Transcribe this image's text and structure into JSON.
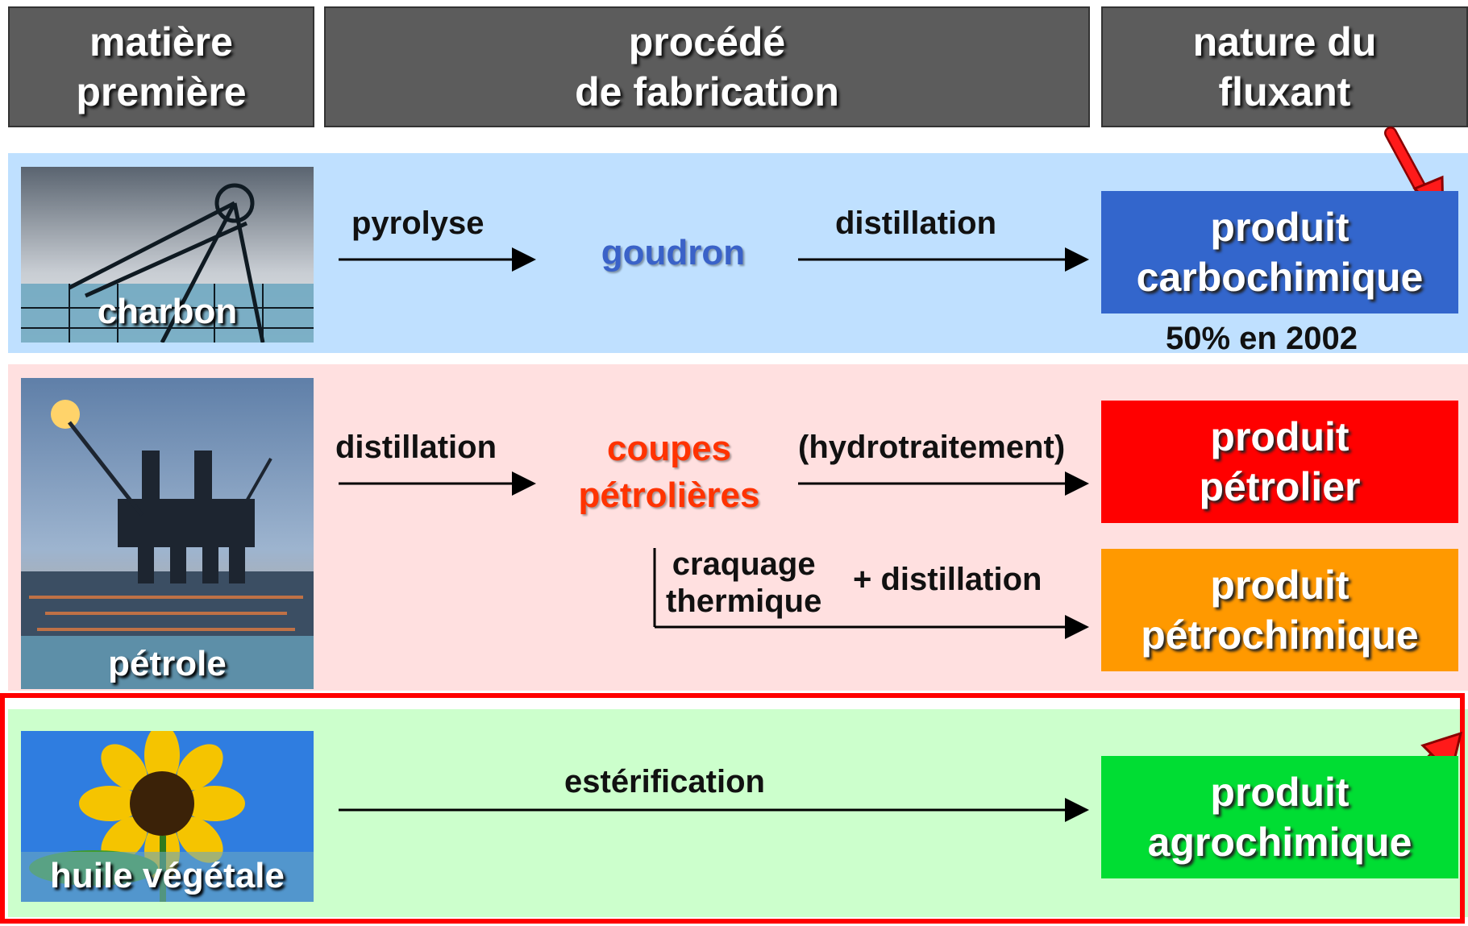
{
  "headers": {
    "raw_material": "matière\npremière",
    "process": "procédé\nde fabrication",
    "flux_nature": "nature du\nfluxant"
  },
  "rows": {
    "coal": {
      "material": "charbon",
      "step1": "pyrolyse",
      "intermediate": "goudron",
      "step2": "distillation",
      "product": "produit\ncarbochimique",
      "note": "50% en 2002"
    },
    "oil": {
      "material": "pétrole",
      "step1": "distillation",
      "intermediate": "coupes\npétrolières",
      "step2": "(hydrotraitement)",
      "product": "produit\npétrolier",
      "step3a": "craquage\nthermique",
      "step3b": "+ distillation",
      "product2": "produit\npétrochimique"
    },
    "vegetable": {
      "material": "huile végétale",
      "step1": "estérification",
      "product": "produit\nagrochimique"
    }
  },
  "colors": {
    "header_bg": "#5c5c5c",
    "coal_band": "#bfe0ff",
    "oil_band": "#ffe0e0",
    "veg_band": "#ccffcc",
    "coal_product": "#3366cc",
    "oil_product": "#ff0000",
    "petrochem_product": "#ff9900",
    "agro_product": "#00dd33",
    "highlight": "#ff0000",
    "intermediate_coal": "#3a62c8",
    "intermediate_oil": "#ff3300"
  }
}
